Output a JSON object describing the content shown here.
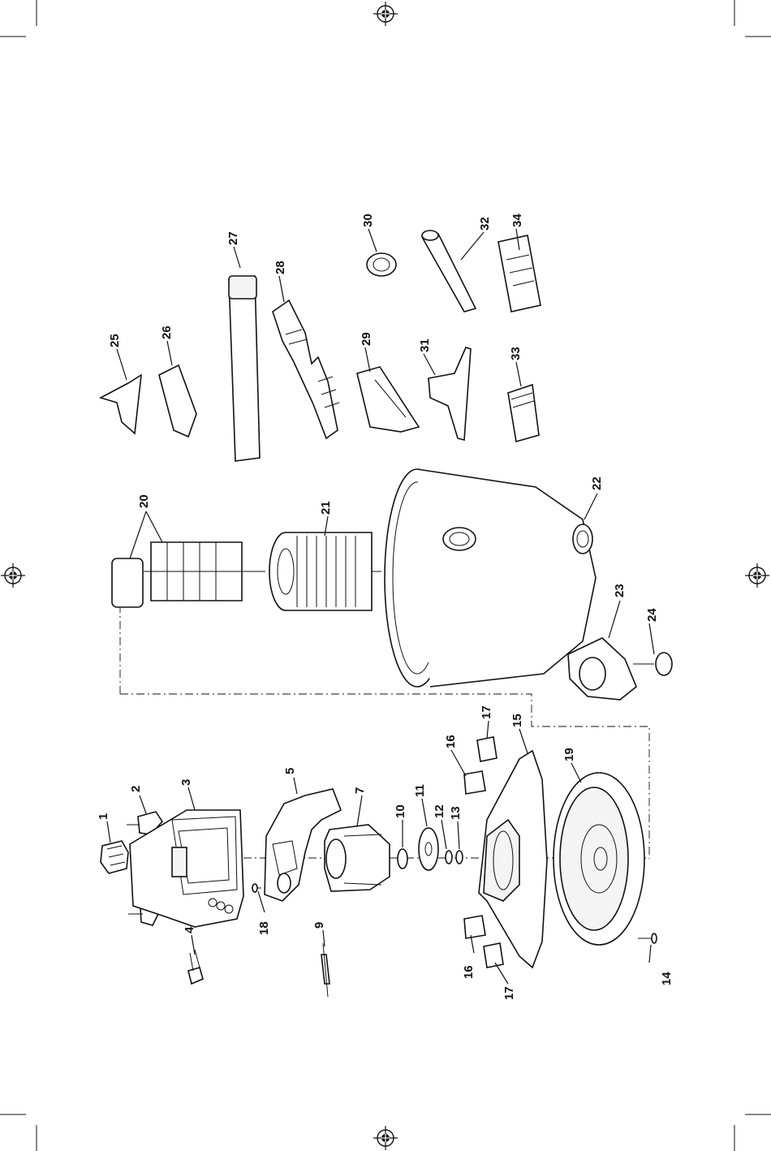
{
  "callouts": [
    {
      "id": "1",
      "label": "1"
    },
    {
      "id": "2",
      "label": "2"
    },
    {
      "id": "3",
      "label": "3"
    },
    {
      "id": "4",
      "label": "4"
    },
    {
      "id": "5",
      "label": "5"
    },
    {
      "id": "7",
      "label": "7"
    },
    {
      "id": "9",
      "label": "9"
    },
    {
      "id": "10",
      "label": "10"
    },
    {
      "id": "11",
      "label": "11"
    },
    {
      "id": "12",
      "label": "12"
    },
    {
      "id": "13",
      "label": "13"
    },
    {
      "id": "14",
      "label": "14"
    },
    {
      "id": "15",
      "label": "15"
    },
    {
      "id": "16a",
      "label": "16"
    },
    {
      "id": "16b",
      "label": "16"
    },
    {
      "id": "17a",
      "label": "17"
    },
    {
      "id": "17b",
      "label": "17"
    },
    {
      "id": "18",
      "label": "18"
    },
    {
      "id": "19",
      "label": "19"
    },
    {
      "id": "20",
      "label": "20"
    },
    {
      "id": "21",
      "label": "21"
    },
    {
      "id": "22",
      "label": "22"
    },
    {
      "id": "23",
      "label": "23"
    },
    {
      "id": "24",
      "label": "24"
    },
    {
      "id": "25",
      "label": "25"
    },
    {
      "id": "26",
      "label": "26"
    },
    {
      "id": "27",
      "label": "27"
    },
    {
      "id": "28",
      "label": "28"
    },
    {
      "id": "29",
      "label": "29"
    },
    {
      "id": "30",
      "label": "30"
    },
    {
      "id": "31",
      "label": "31"
    },
    {
      "id": "32",
      "label": "32"
    },
    {
      "id": "33",
      "label": "33"
    },
    {
      "id": "34",
      "label": "34"
    }
  ],
  "icons": {
    "registration_mark": "registration-mark-icon",
    "crop_mark": "crop-mark-icon"
  },
  "colors": {
    "ink": "#111111",
    "paper": "#ffffff"
  }
}
